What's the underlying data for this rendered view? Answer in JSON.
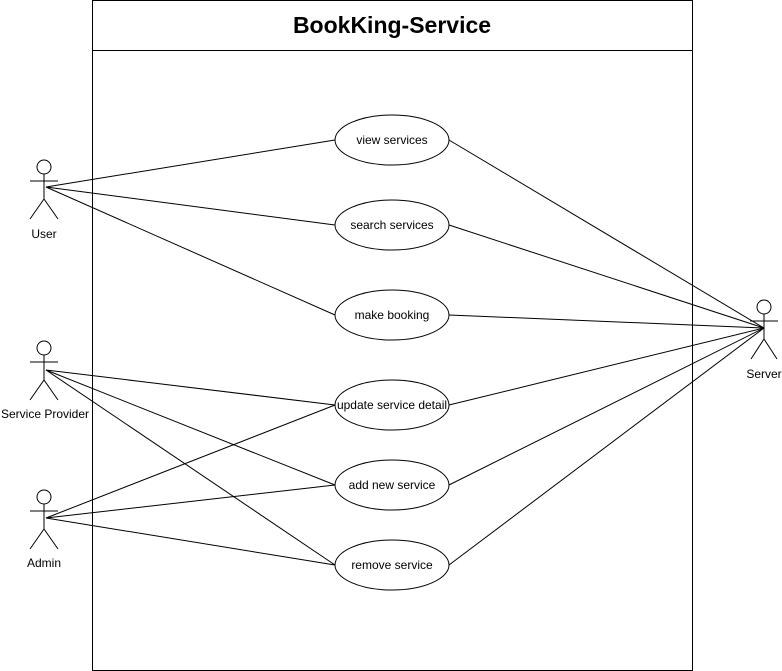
{
  "system": {
    "title": "BookKing-Service"
  },
  "actors": {
    "user": "User",
    "service_provider": "Service Provider",
    "admin": "Admin",
    "server": "Server"
  },
  "use_cases": {
    "view_services": "view services",
    "search_services": "search services",
    "make_booking": "make booking",
    "update_service_detail": "update service detail",
    "add_new_service": "add new service",
    "remove_service": "remove service"
  }
}
